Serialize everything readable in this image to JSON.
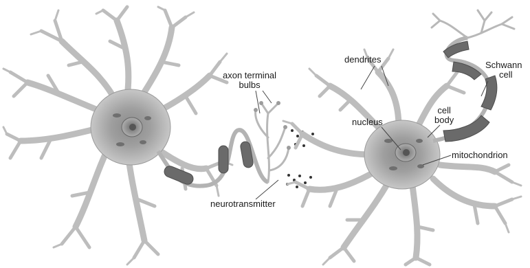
{
  "labels": {
    "axon_terminal_bulbs": [
      "axon terminal",
      "bulbs"
    ],
    "dendrites": "dendrites",
    "schwann_cell": [
      "Schwann",
      "cell"
    ],
    "nucleus": "nucleus",
    "cell_body": [
      "cell",
      "body"
    ],
    "mitochondrion": "mitochondrion",
    "neurotransmitter": "neurotransmitter"
  },
  "colors": {
    "cell_fill": "#c9c9c9",
    "cell_core": "#8e8e8e",
    "outline": "#6f6f6f",
    "myelin": "#6a6a6a",
    "label_line": "#444444"
  }
}
